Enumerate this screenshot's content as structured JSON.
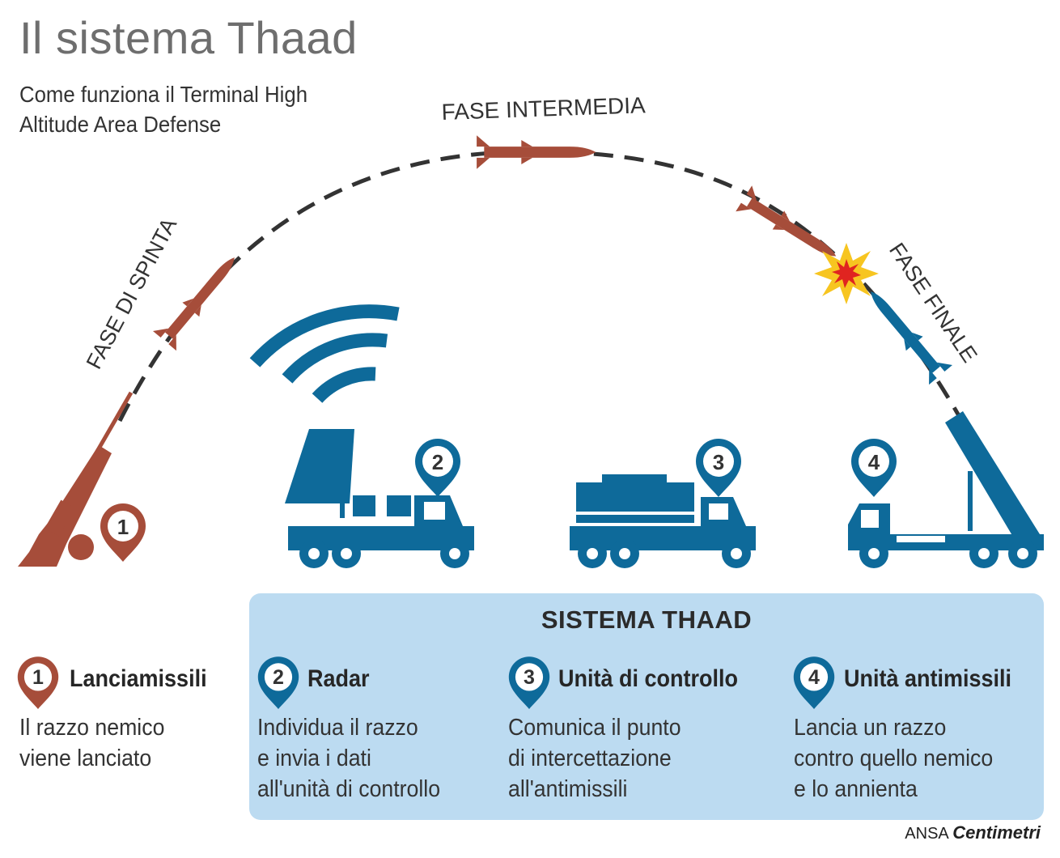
{
  "title": "Il sistema Thaad",
  "subtitle": "Come funziona il Terminal High Altitude Area Defense",
  "phases": {
    "boost": "FASE DI SPINTA",
    "midcourse": "FASE INTERMEDIA",
    "terminal": "FASE FINALE"
  },
  "markers": [
    "1",
    "2",
    "3",
    "4"
  ],
  "panel_title": "SISTEMA THAAD",
  "legend": [
    {
      "num": "1",
      "label": "Lanciamissili",
      "desc": [
        "Il razzo nemico",
        "viene lanciato"
      ]
    },
    {
      "num": "2",
      "label": "Radar",
      "desc": [
        "Individua il razzo",
        "e invia i dati",
        "all'unità di controllo"
      ]
    },
    {
      "num": "3",
      "label": "Unità di controllo",
      "desc": [
        "Comunica il punto",
        "di intercettazione",
        "all'antimissili"
      ]
    },
    {
      "num": "4",
      "label": "Unità antimissili",
      "desc": [
        "Lancia un razzo",
        "contro quello nemico",
        "e lo annienta"
      ]
    }
  ],
  "credit": {
    "agency": "ANSA",
    "brand": "Centimetri"
  },
  "colors": {
    "enemy": "#a64d3a",
    "thaad": "#0e6a9a",
    "panel": "#bcdbf1",
    "explosion": "#f7c520"
  },
  "icons": [
    "enemy-missile-icon",
    "interceptor-missile-icon",
    "radar-wave-icon",
    "truck-icon",
    "explosion-icon",
    "map-pin-icon"
  ]
}
